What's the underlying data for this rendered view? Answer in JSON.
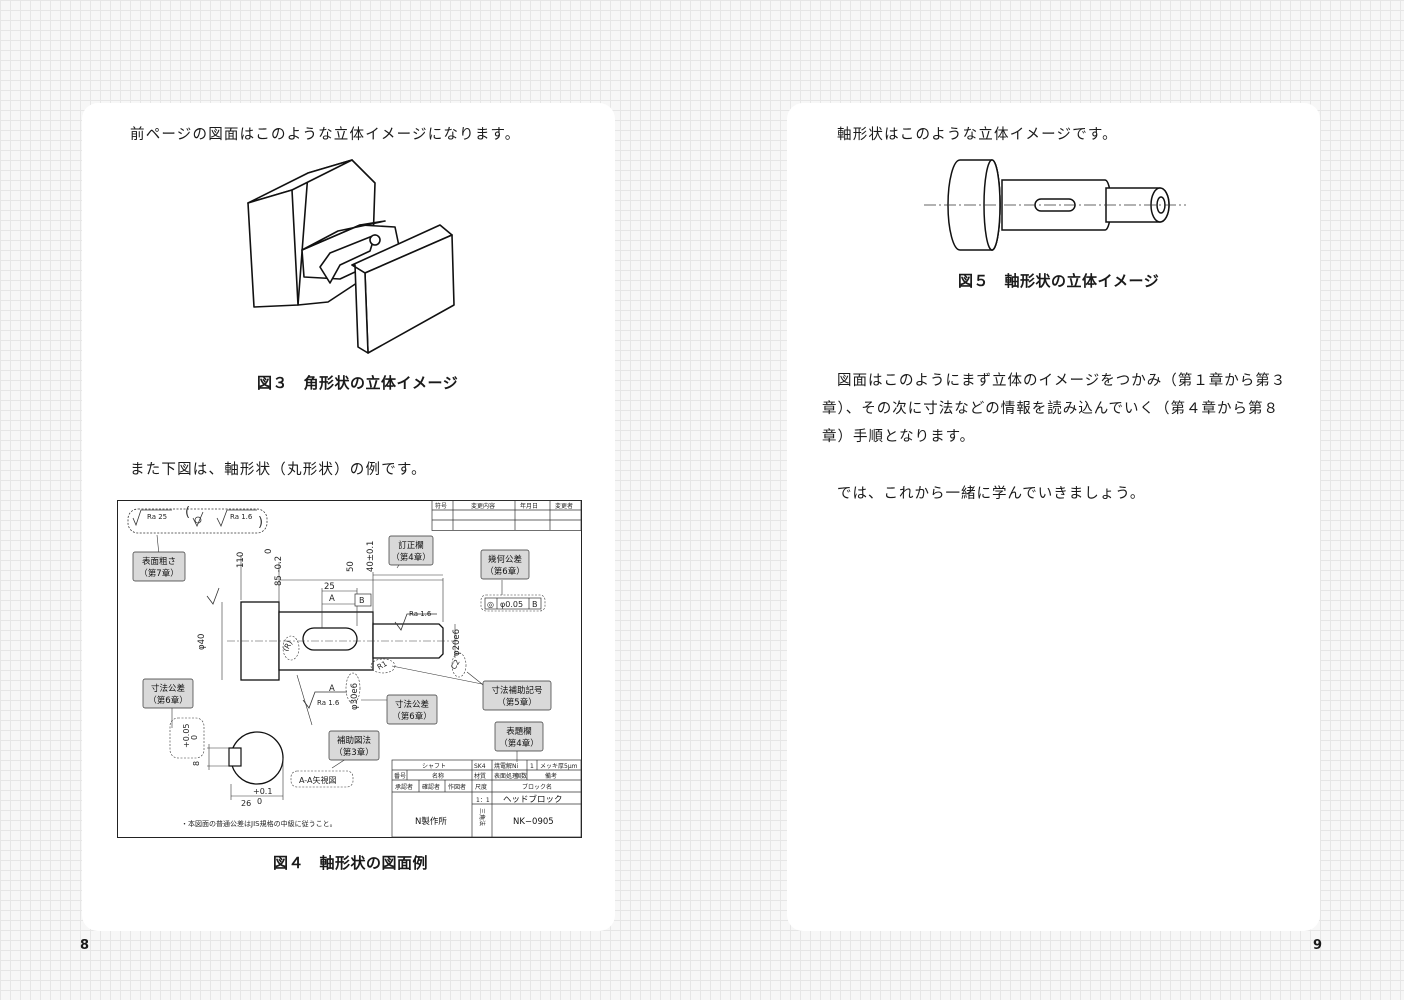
{
  "left_page": {
    "intro": "前ページの図面はこのような立体イメージになります。",
    "fig3_caption": "図３　角形状の立体イメージ",
    "shaft_intro": "また下図は、軸形状（丸形状）の例です。",
    "fig4_caption": "図４　軸形状の図面例",
    "page_number": "8"
  },
  "drawing": {
    "revision_headers": [
      "符号",
      "変更内容",
      "年月日",
      "変更者"
    ],
    "roughness_symbols": [
      "Ra 25",
      "Ra 1.6"
    ],
    "callouts": {
      "surface": [
        "表面粗さ",
        "（第7章）"
      ],
      "revision": [
        "訂正欄",
        "（第4章）"
      ],
      "geometric": [
        "幾何公差",
        "（第6章）"
      ],
      "dim_tol_left": [
        "寸法公差",
        "（第6章）"
      ],
      "dim_tol_mid": [
        "寸法公差",
        "（第6章）"
      ],
      "aux_symbol": [
        "寸法補助記号",
        "（第5章）"
      ],
      "aux_view": [
        "補助図法",
        "（第3章）"
      ],
      "title_block": [
        "表題欄",
        "（第4章）"
      ]
    },
    "dims": {
      "d110": "110",
      "d85": "85 -0.2",
      "d85_upper": "0",
      "d50": "50",
      "d40": "40±0.1",
      "d25": "25",
      "section_a": "A",
      "datum_b": "B",
      "ra_right": "Ra 1.6",
      "ra_bottom": "Ra 1.6",
      "phi40": "φ40",
      "phi20": "φ20e6",
      "phi30": "φ30e6",
      "r_left": "(R)",
      "r_right": "R1",
      "c_chamfer": "C2",
      "tol_box": [
        "◎",
        "φ0.05",
        "B"
      ],
      "key_w": "8",
      "key_w_tol_upper": "+0.05",
      "key_w_tol_lower": "0",
      "key_d": "26",
      "key_d_tol_upper": "+0.1",
      "key_d_tol_lower": "0"
    },
    "aa_view_label": "A-A矢視図",
    "note": "・本図面の普通公差はJIS規格の中級に従うこと。",
    "title_block": {
      "part_name": "シャフト",
      "material": "SK4",
      "heat_treatment": "焼電解Ni",
      "qty": "1",
      "plating": "メッキ厚5μm",
      "row_labels": [
        "番号",
        "名称",
        "材質",
        "表面処理",
        "個数",
        "備考"
      ],
      "signers": [
        "承認者",
        "確認者",
        "作図者"
      ],
      "scale_label": "尺度",
      "block_label": "ブロック名",
      "scale": "1：1",
      "block_name": "ヘッドブロック",
      "company": "N製作所",
      "angle_method": "三角法",
      "drawing_no": "NK−0905"
    }
  },
  "right_page": {
    "intro": "軸形状はこのような立体イメージです。",
    "fig5_caption": "図５　軸形状の立体イメージ",
    "paragraph1": "図面はこのようにまず立体のイメージをつかみ（第１章から第３章）、その次に寸法などの情報を読み込んでいく（第４章から第８章）手順となります。",
    "paragraph2": "では、これから一緒に学んでいきましょう。",
    "page_number": "9"
  }
}
